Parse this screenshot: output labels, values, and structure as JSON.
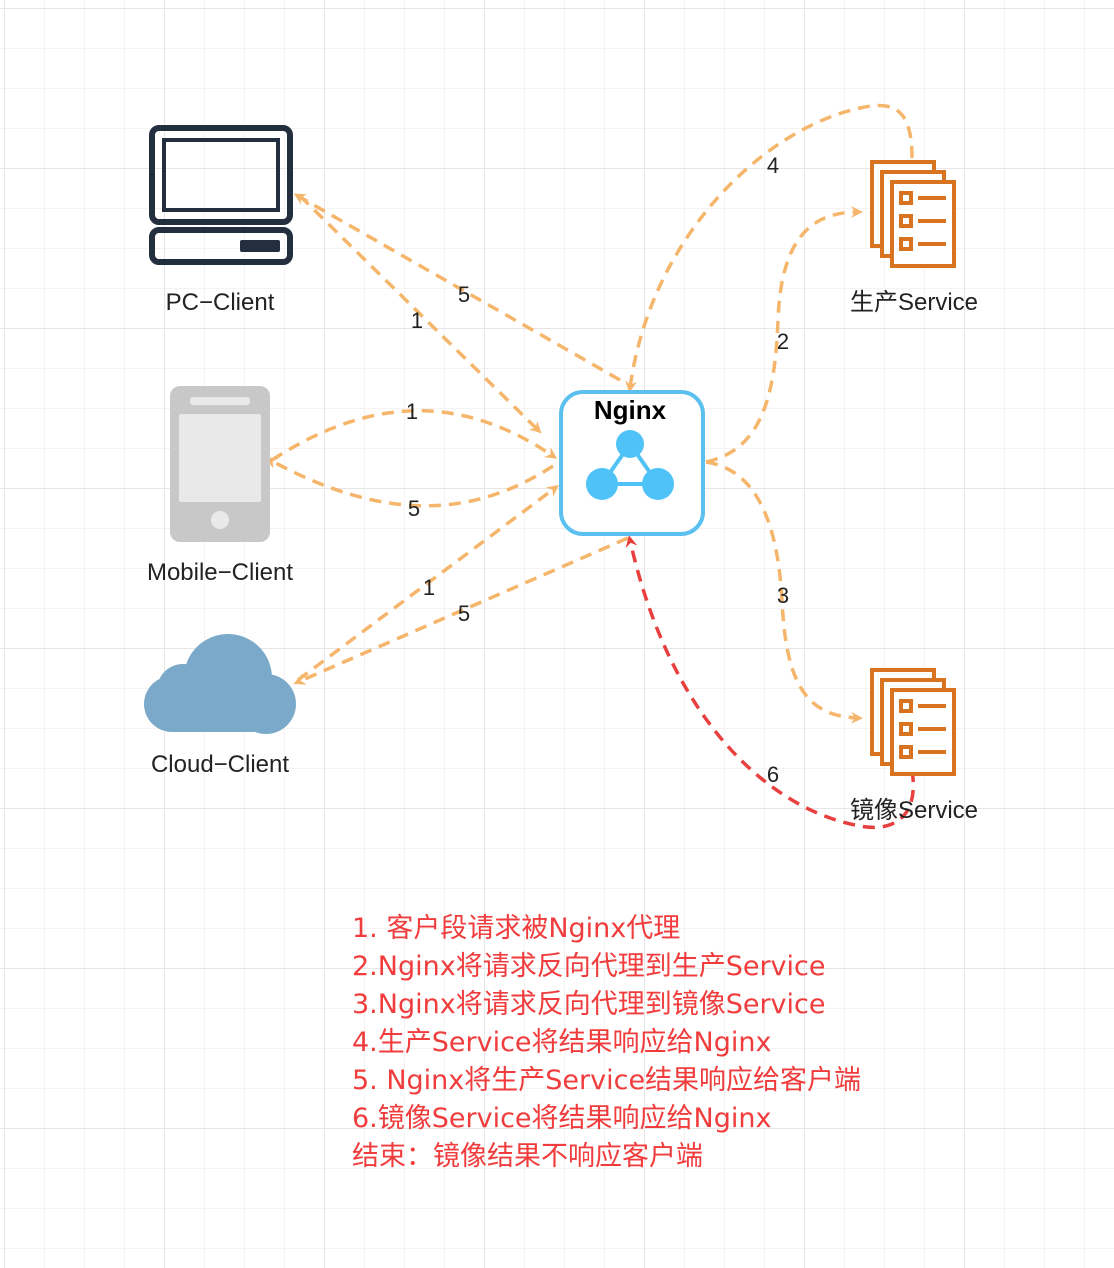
{
  "nodes": {
    "pc_client": {
      "label": "PC−Client"
    },
    "mobile_client": {
      "label": "Mobile−Client"
    },
    "cloud_client": {
      "label": "Cloud−Client"
    },
    "nginx": {
      "label": "Nginx"
    },
    "prod_service": {
      "label": "生产Service"
    },
    "mirror_service": {
      "label": "镜像Service"
    }
  },
  "edges": [
    {
      "id": "pc-req",
      "label": "1"
    },
    {
      "id": "pc-resp",
      "label": "5"
    },
    {
      "id": "mobile-req",
      "label": "1"
    },
    {
      "id": "mobile-resp",
      "label": "5"
    },
    {
      "id": "cloud-req",
      "label": "1"
    },
    {
      "id": "cloud-resp",
      "label": "5"
    },
    {
      "id": "nginx-to-prod",
      "label": "2"
    },
    {
      "id": "nginx-to-mirror",
      "label": "3"
    },
    {
      "id": "prod-to-nginx",
      "label": "4"
    },
    {
      "id": "mirror-to-nginx",
      "label": "6"
    }
  ],
  "legend": [
    "1. 客户段请求被Nginx代理",
    "2.Nginx将请求反向代理到生产Service",
    "3.Nginx将请求反向代理到镜像Service",
    "4.生产Service将结果响应给Nginx",
    "5. Nginx将生产Service结果响应给客户端",
    "6.镜像Service将结果响应给Nginx",
    "结束：镜像结果不响应客户端"
  ],
  "colors": {
    "edge": "#f5b66b",
    "mirror_edge": "#e8403e",
    "legend_text": "#f03c3c",
    "nginx_border": "#5bc0f0",
    "nginx_node": "#4fc3f7",
    "service_icon": "#d8731f",
    "pc_icon": "#232f3e",
    "mobile_icon": "#c8c8c8",
    "cloud_icon": "#7aa9ca"
  }
}
